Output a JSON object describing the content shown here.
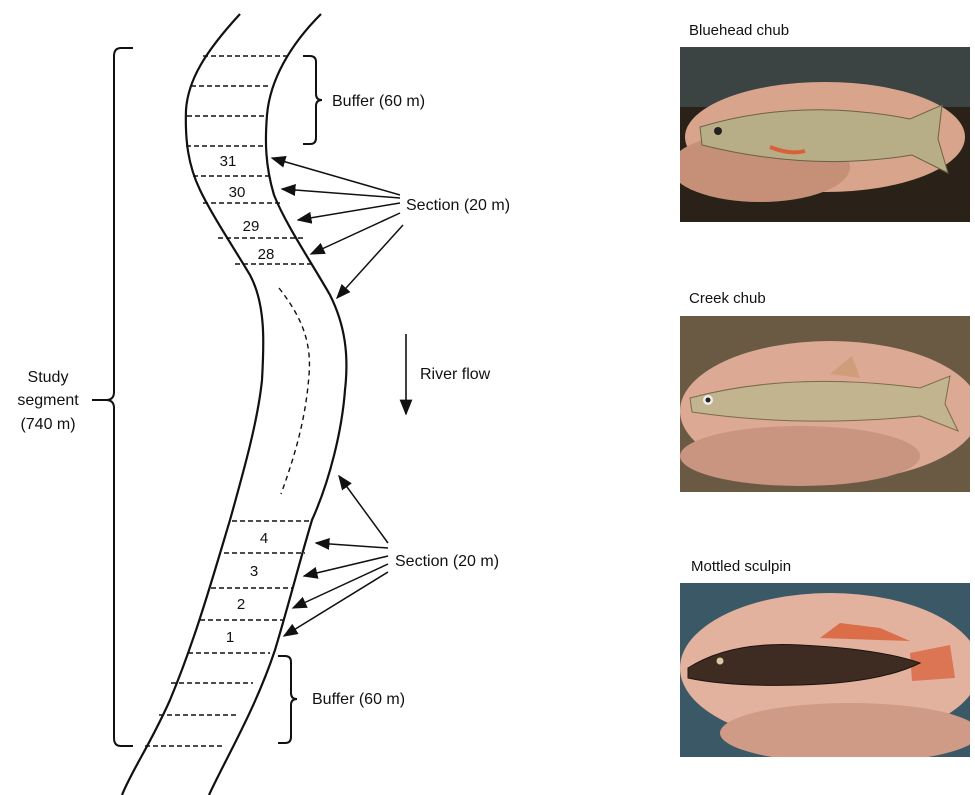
{
  "diagram": {
    "study_segment": {
      "line1": "Study",
      "line2": "segment",
      "line3": "(740 m)"
    },
    "buffer_top": "Buffer (60 m)",
    "buffer_bottom": "Buffer (60 m)",
    "section_upper": "Section (20 m)",
    "section_lower": "Section (20 m)",
    "river_flow": "River flow",
    "upper_sections": [
      "31",
      "30",
      "29",
      "28"
    ],
    "lower_sections": [
      "4",
      "3",
      "2",
      "1"
    ]
  },
  "species": [
    {
      "name": "Bluehead chub",
      "fish_color": "#b7ad86",
      "bg_color": "#2a2218"
    },
    {
      "name": "Creek chub",
      "fish_color": "#c2b48e",
      "bg_color": "#6a5a44"
    },
    {
      "name": "Mottled sculpin",
      "fish_color": "#3e2c22",
      "bg_color": "#3a5866"
    }
  ],
  "colors": {
    "ink": "#111111",
    "hand": "#d9a48c",
    "fin_red": "#d9603a"
  }
}
